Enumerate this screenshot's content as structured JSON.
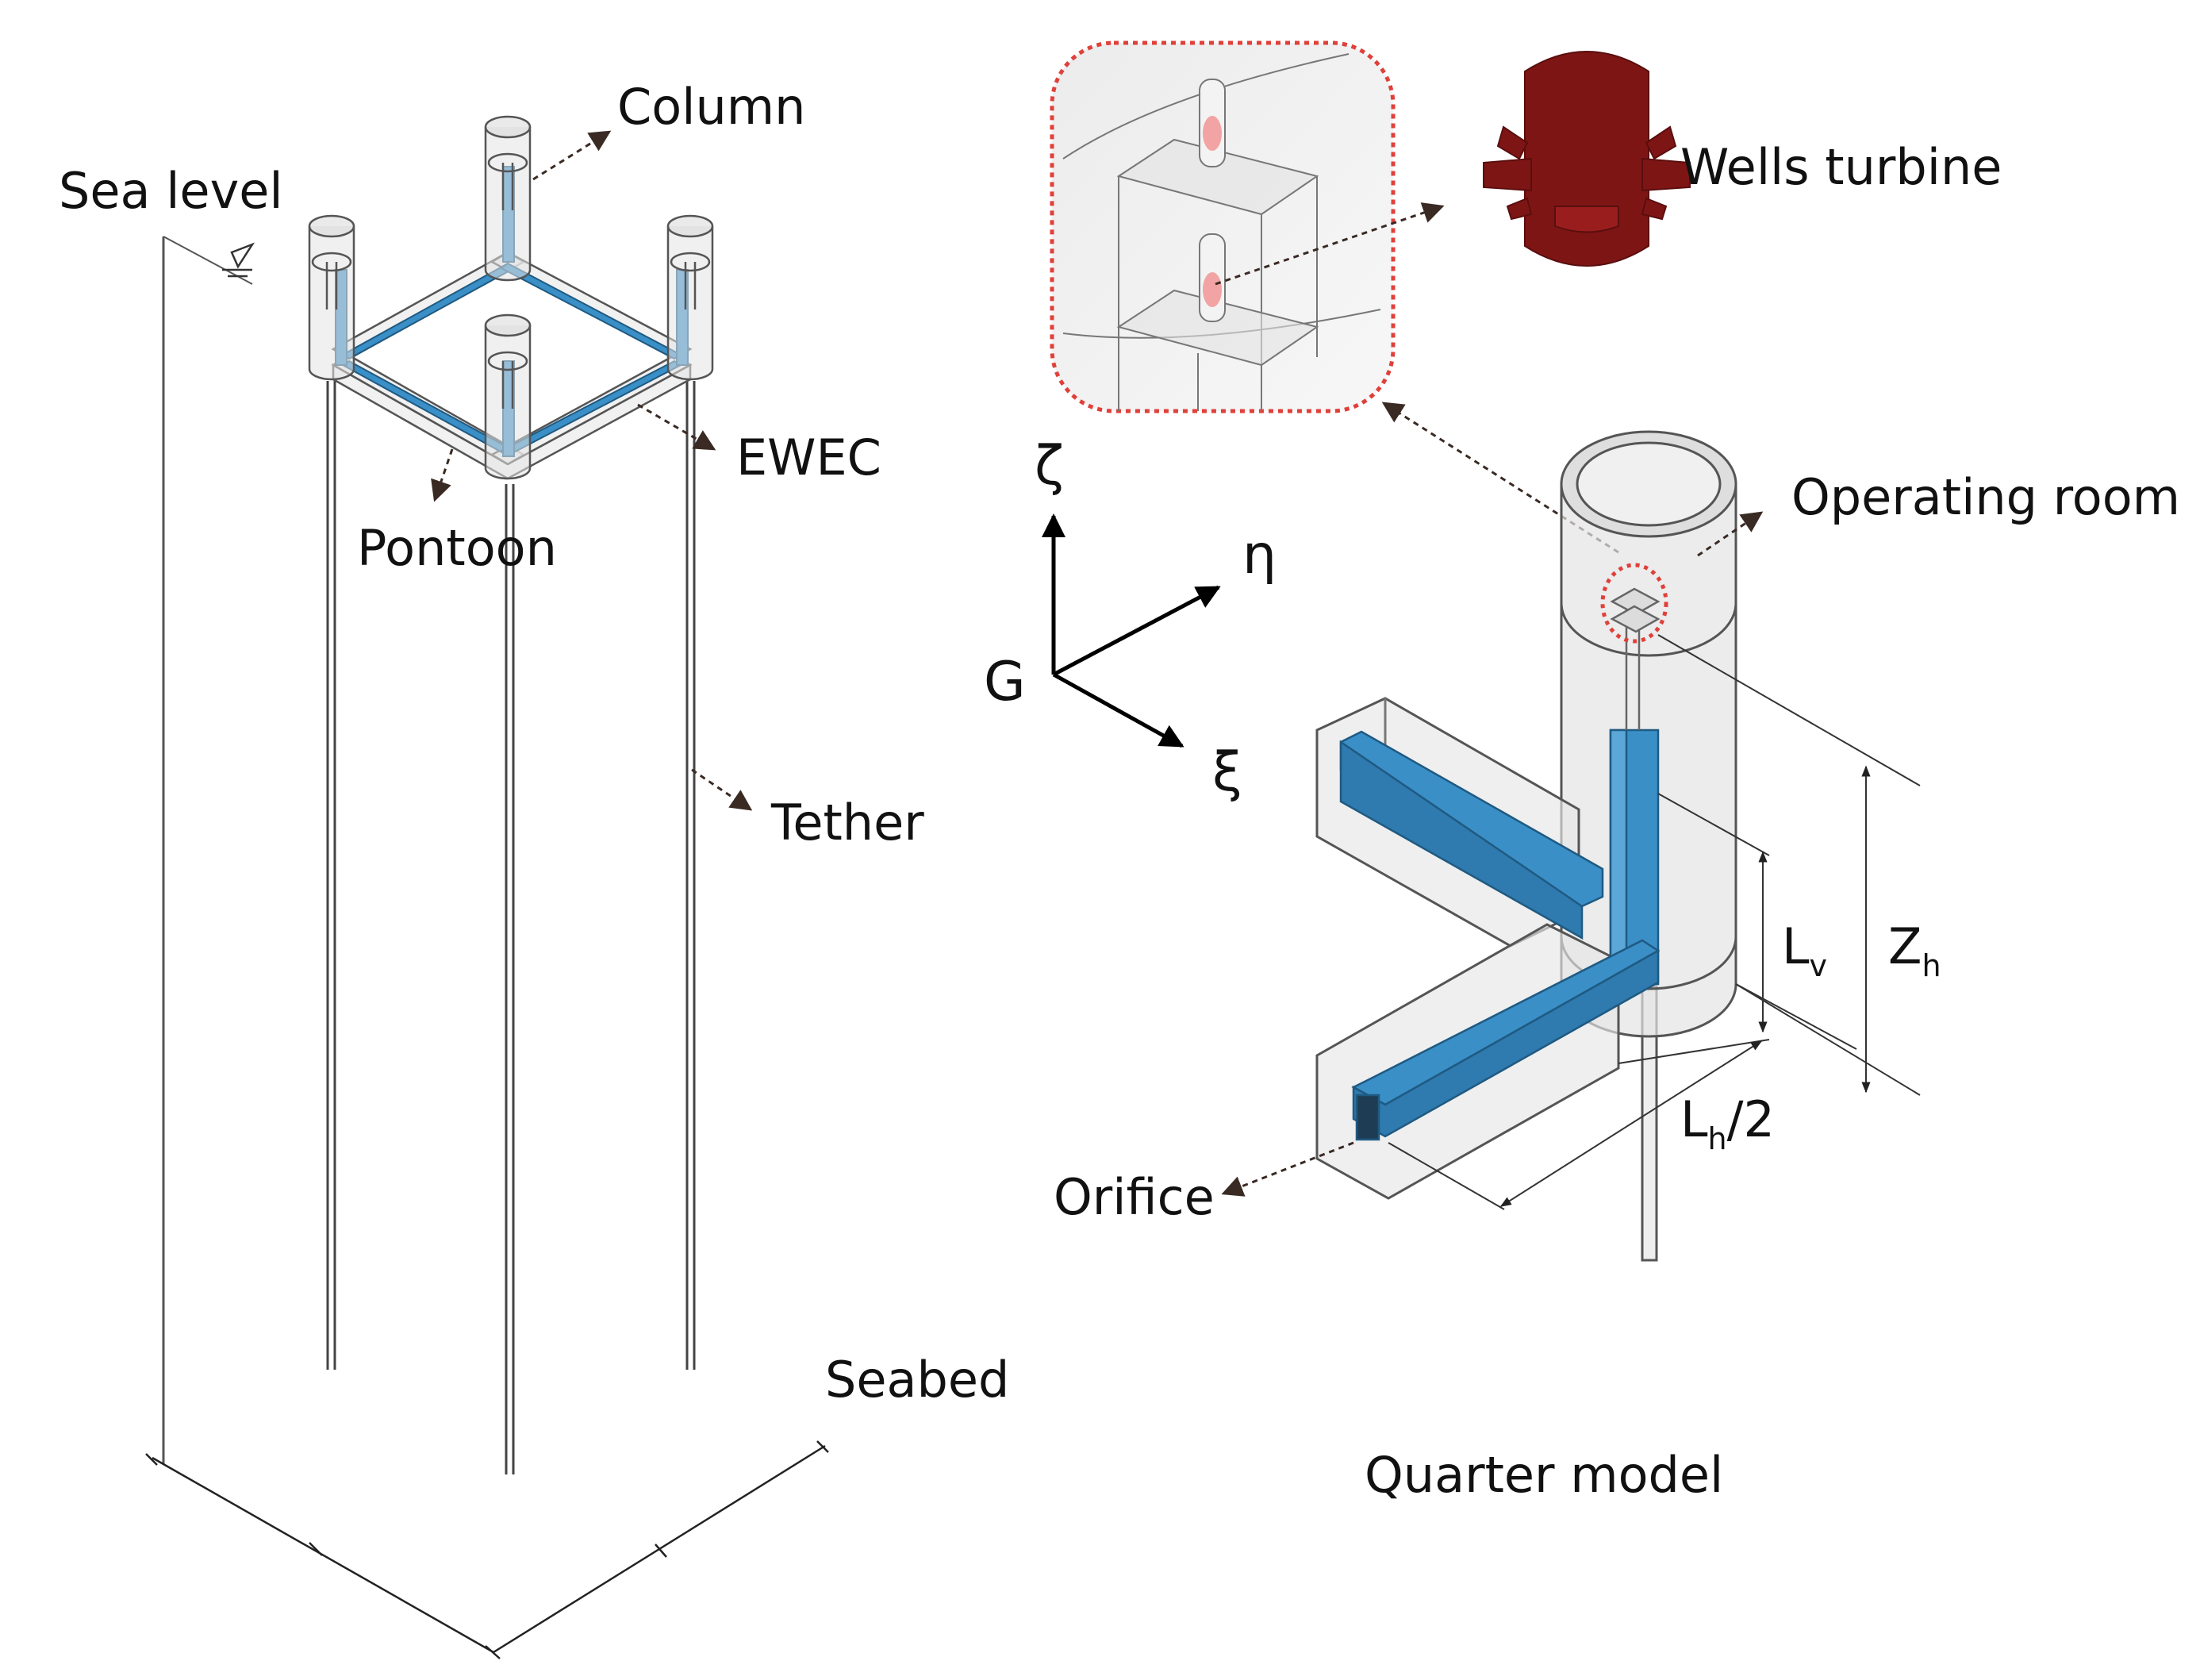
{
  "labels": {
    "sea_level": "Sea level",
    "column": "Column",
    "ewec": "EWEC",
    "pontoon": "Pontoon",
    "tether": "Tether",
    "seabed": "Seabed",
    "wells_turbine": "Wells turbine",
    "operating_room": "Operating room",
    "orifice": "Orifice",
    "quarter_model": "Quarter model",
    "axis_zeta": "ζ",
    "axis_eta": "η",
    "axis_xi": "ξ",
    "origin_g": "G",
    "dim_lv_main": "L",
    "dim_lv_sub": "v",
    "dim_zh_main": "Z",
    "dim_zh_sub": "h",
    "dim_lh_main": "L",
    "dim_lh_sub": "h",
    "dim_lh_tail": "/2"
  },
  "colors": {
    "duct_blue": "#3a8fc7",
    "duct_blue_dark": "#276a99",
    "turbine_red": "#7e1515",
    "highlight_red": "#e0403a",
    "structure_gray": "#e6e6e6",
    "outline": "#333333"
  }
}
